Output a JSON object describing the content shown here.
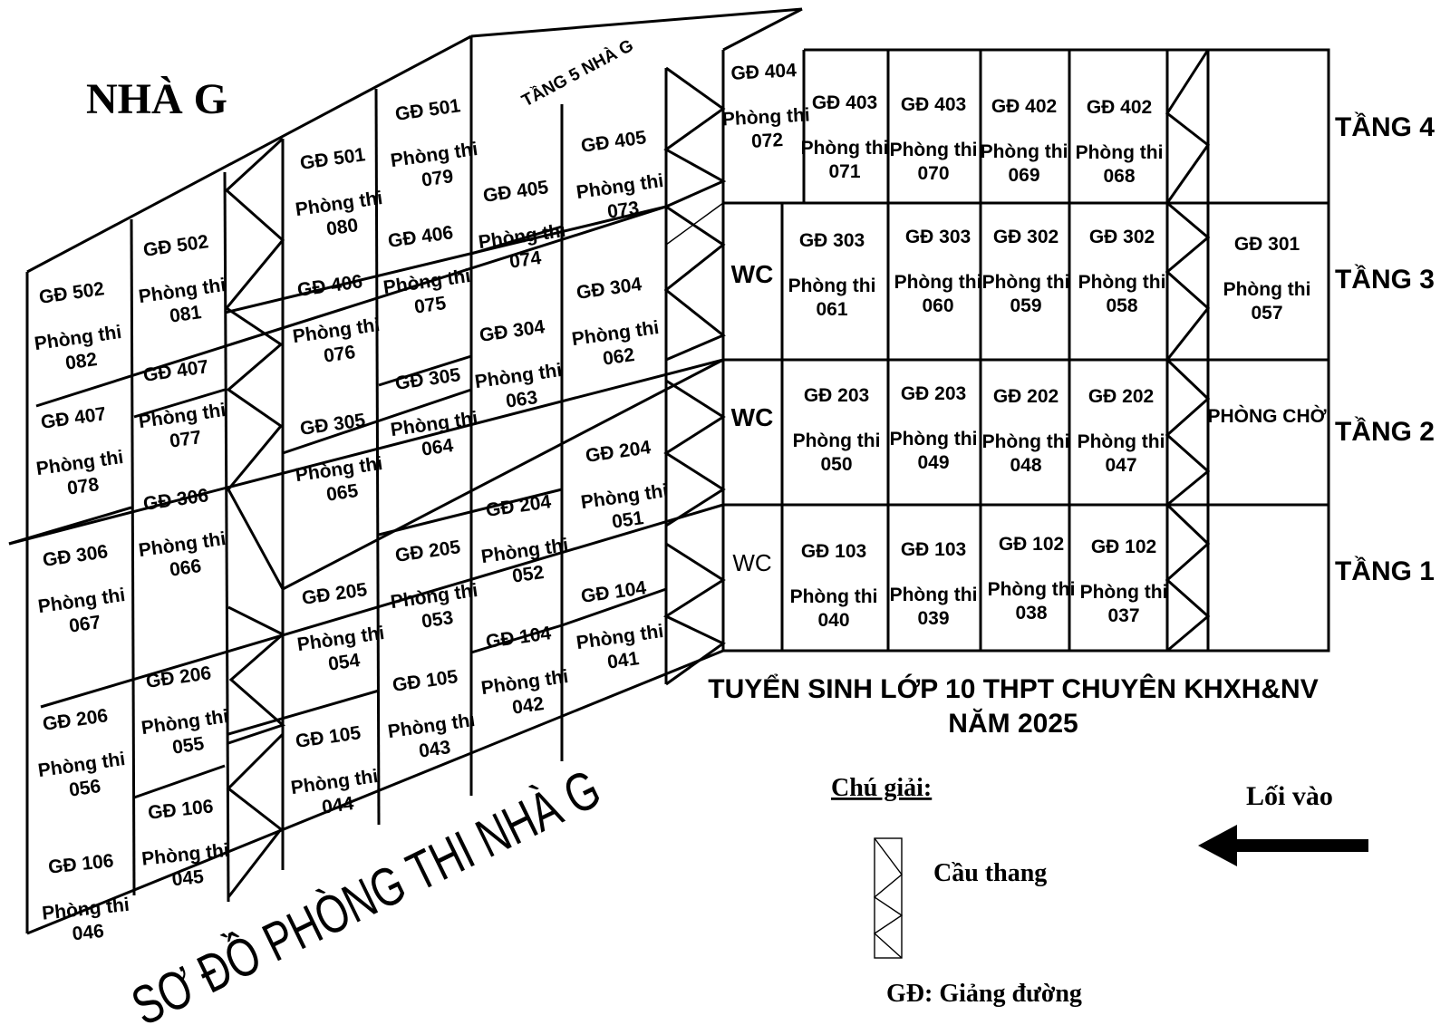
{
  "building_title": "NHÀ G",
  "wing_label": "TẦNG 5 NHÀ G",
  "diagram_title": "SƠ ĐỒ PHÒNG THI NHÀ G",
  "heading_line1": "TUYỂN SINH LỚP 10 THPT CHUYÊN KHXH&NV",
  "heading_line2": "NĂM 2025",
  "floors": [
    "TẦNG 4",
    "TẦNG 3",
    "TẦNG 2",
    "TẦNG 1"
  ],
  "legend": {
    "title": "Chú giải:",
    "stairs": "Cầu thang",
    "abbrev": "GĐ: Giảng đường",
    "entrance": "Lối vào"
  },
  "rooms": [
    {
      "id": "r1",
      "hall": "GĐ 404",
      "room": "Phòng thi",
      "num": "072"
    },
    {
      "id": "r2",
      "hall": "GĐ 403",
      "room": "Phòng thi",
      "num": "071"
    },
    {
      "id": "r3",
      "hall": "GĐ 403",
      "room": "Phòng thi",
      "num": "070"
    },
    {
      "id": "r4",
      "hall": "GĐ 402",
      "room": "Phòng thi",
      "num": "069"
    },
    {
      "id": "r5",
      "hall": "GĐ 402",
      "room": "Phòng thi",
      "num": "068"
    },
    {
      "id": "r6",
      "hall": "GĐ 303",
      "room": "Phòng thi",
      "num": "061"
    },
    {
      "id": "r7",
      "hall": "GĐ 303",
      "room": "Phòng thi",
      "num": "060"
    },
    {
      "id": "r8",
      "hall": "GĐ 302",
      "room": "Phòng thi",
      "num": "059"
    },
    {
      "id": "r9",
      "hall": "GĐ 302",
      "room": "Phòng thi",
      "num": "058"
    },
    {
      "id": "r10",
      "hall": "GĐ 301",
      "room": "Phòng thi",
      "num": "057"
    },
    {
      "id": "r11",
      "hall": "GĐ 203",
      "room": "Phòng thi",
      "num": "050"
    },
    {
      "id": "r12",
      "hall": "GĐ 203",
      "room": "Phòng thi",
      "num": "049"
    },
    {
      "id": "r13",
      "hall": "GĐ 202",
      "room": "Phòng thi",
      "num": "048"
    },
    {
      "id": "r14",
      "hall": "GĐ 202",
      "room": "Phòng thi",
      "num": "047"
    },
    {
      "id": "r15",
      "hall": "GĐ 103",
      "room": "Phòng thi",
      "num": "040"
    },
    {
      "id": "r16",
      "hall": "GĐ 103",
      "room": "Phòng thi",
      "num": "039"
    },
    {
      "id": "r17",
      "hall": "GĐ 102",
      "room": "Phòng thi",
      "num": "038"
    },
    {
      "id": "r18",
      "hall": "GĐ 102",
      "room": "Phòng thi",
      "num": "037"
    },
    {
      "id": "r19",
      "hall": "GĐ 502",
      "room": "Phòng thi",
      "num": "082"
    },
    {
      "id": "r20",
      "hall": "GĐ 502",
      "room": "Phòng thi",
      "num": "081"
    },
    {
      "id": "r21",
      "hall": "GĐ 501",
      "room": "Phòng thi",
      "num": "080"
    },
    {
      "id": "r22",
      "hall": "GĐ 501",
      "room": "Phòng thi",
      "num": "079"
    },
    {
      "id": "r23",
      "hall": "GĐ 405",
      "room": "Phòng thi",
      "num": "074"
    },
    {
      "id": "r24",
      "hall": "GĐ 405",
      "room": "Phòng thi",
      "num": "073"
    },
    {
      "id": "r25",
      "hall": "GĐ 407",
      "room": "Phòng thi",
      "num": "078"
    },
    {
      "id": "r26",
      "hall": "GĐ 407",
      "room": "Phòng thi",
      "num": "077"
    },
    {
      "id": "r27",
      "hall": "GĐ 406",
      "room": "Phòng thi",
      "num": "076"
    },
    {
      "id": "r28",
      "hall": "GĐ 406",
      "room": "Phòng thi",
      "num": "075"
    },
    {
      "id": "r29",
      "hall": "GĐ 304",
      "room": "Phòng thi",
      "num": "063"
    },
    {
      "id": "r30",
      "hall": "GĐ 304",
      "room": "Phòng thi",
      "num": "062"
    },
    {
      "id": "r31",
      "hall": "GĐ 306",
      "room": "Phòng thi",
      "num": "067"
    },
    {
      "id": "r32",
      "hall": "GĐ 306",
      "room": "Phòng thi",
      "num": "066"
    },
    {
      "id": "r33",
      "hall": "GĐ 305",
      "room": "Phòng thi",
      "num": "065"
    },
    {
      "id": "r34",
      "hall": "GĐ 305",
      "room": "Phòng thi",
      "num": "064"
    },
    {
      "id": "r35",
      "hall": "GĐ 204",
      "room": "Phòng thi",
      "num": "052"
    },
    {
      "id": "r36",
      "hall": "GĐ 204",
      "room": "Phòng thi",
      "num": "051"
    },
    {
      "id": "r37",
      "hall": "GĐ 206",
      "room": "Phòng thi",
      "num": "056"
    },
    {
      "id": "r38",
      "hall": "GĐ 206",
      "room": "Phòng thi",
      "num": "055"
    },
    {
      "id": "r39",
      "hall": "GĐ 205",
      "room": "Phòng thi",
      "num": "054"
    },
    {
      "id": "r40",
      "hall": "GĐ 205",
      "room": "Phòng thi",
      "num": "053"
    },
    {
      "id": "r41",
      "hall": "GĐ 104",
      "room": "Phòng thi",
      "num": "042"
    },
    {
      "id": "r42",
      "hall": "GĐ 104",
      "room": "Phòng thi",
      "num": "041"
    },
    {
      "id": "r43",
      "hall": "GĐ 106",
      "room": "Phòng thi",
      "num": "046"
    },
    {
      "id": "r44",
      "hall": "GĐ 106",
      "room": "Phòng thi",
      "num": "045"
    },
    {
      "id": "r45",
      "hall": "GĐ 105",
      "room": "Phòng thi",
      "num": "044"
    },
    {
      "id": "r46",
      "hall": "GĐ 105",
      "room": "Phòng thi",
      "num": "043"
    }
  ],
  "wc": {
    "label": "WC"
  },
  "waiting_room": "PHÒNG CHỜ"
}
